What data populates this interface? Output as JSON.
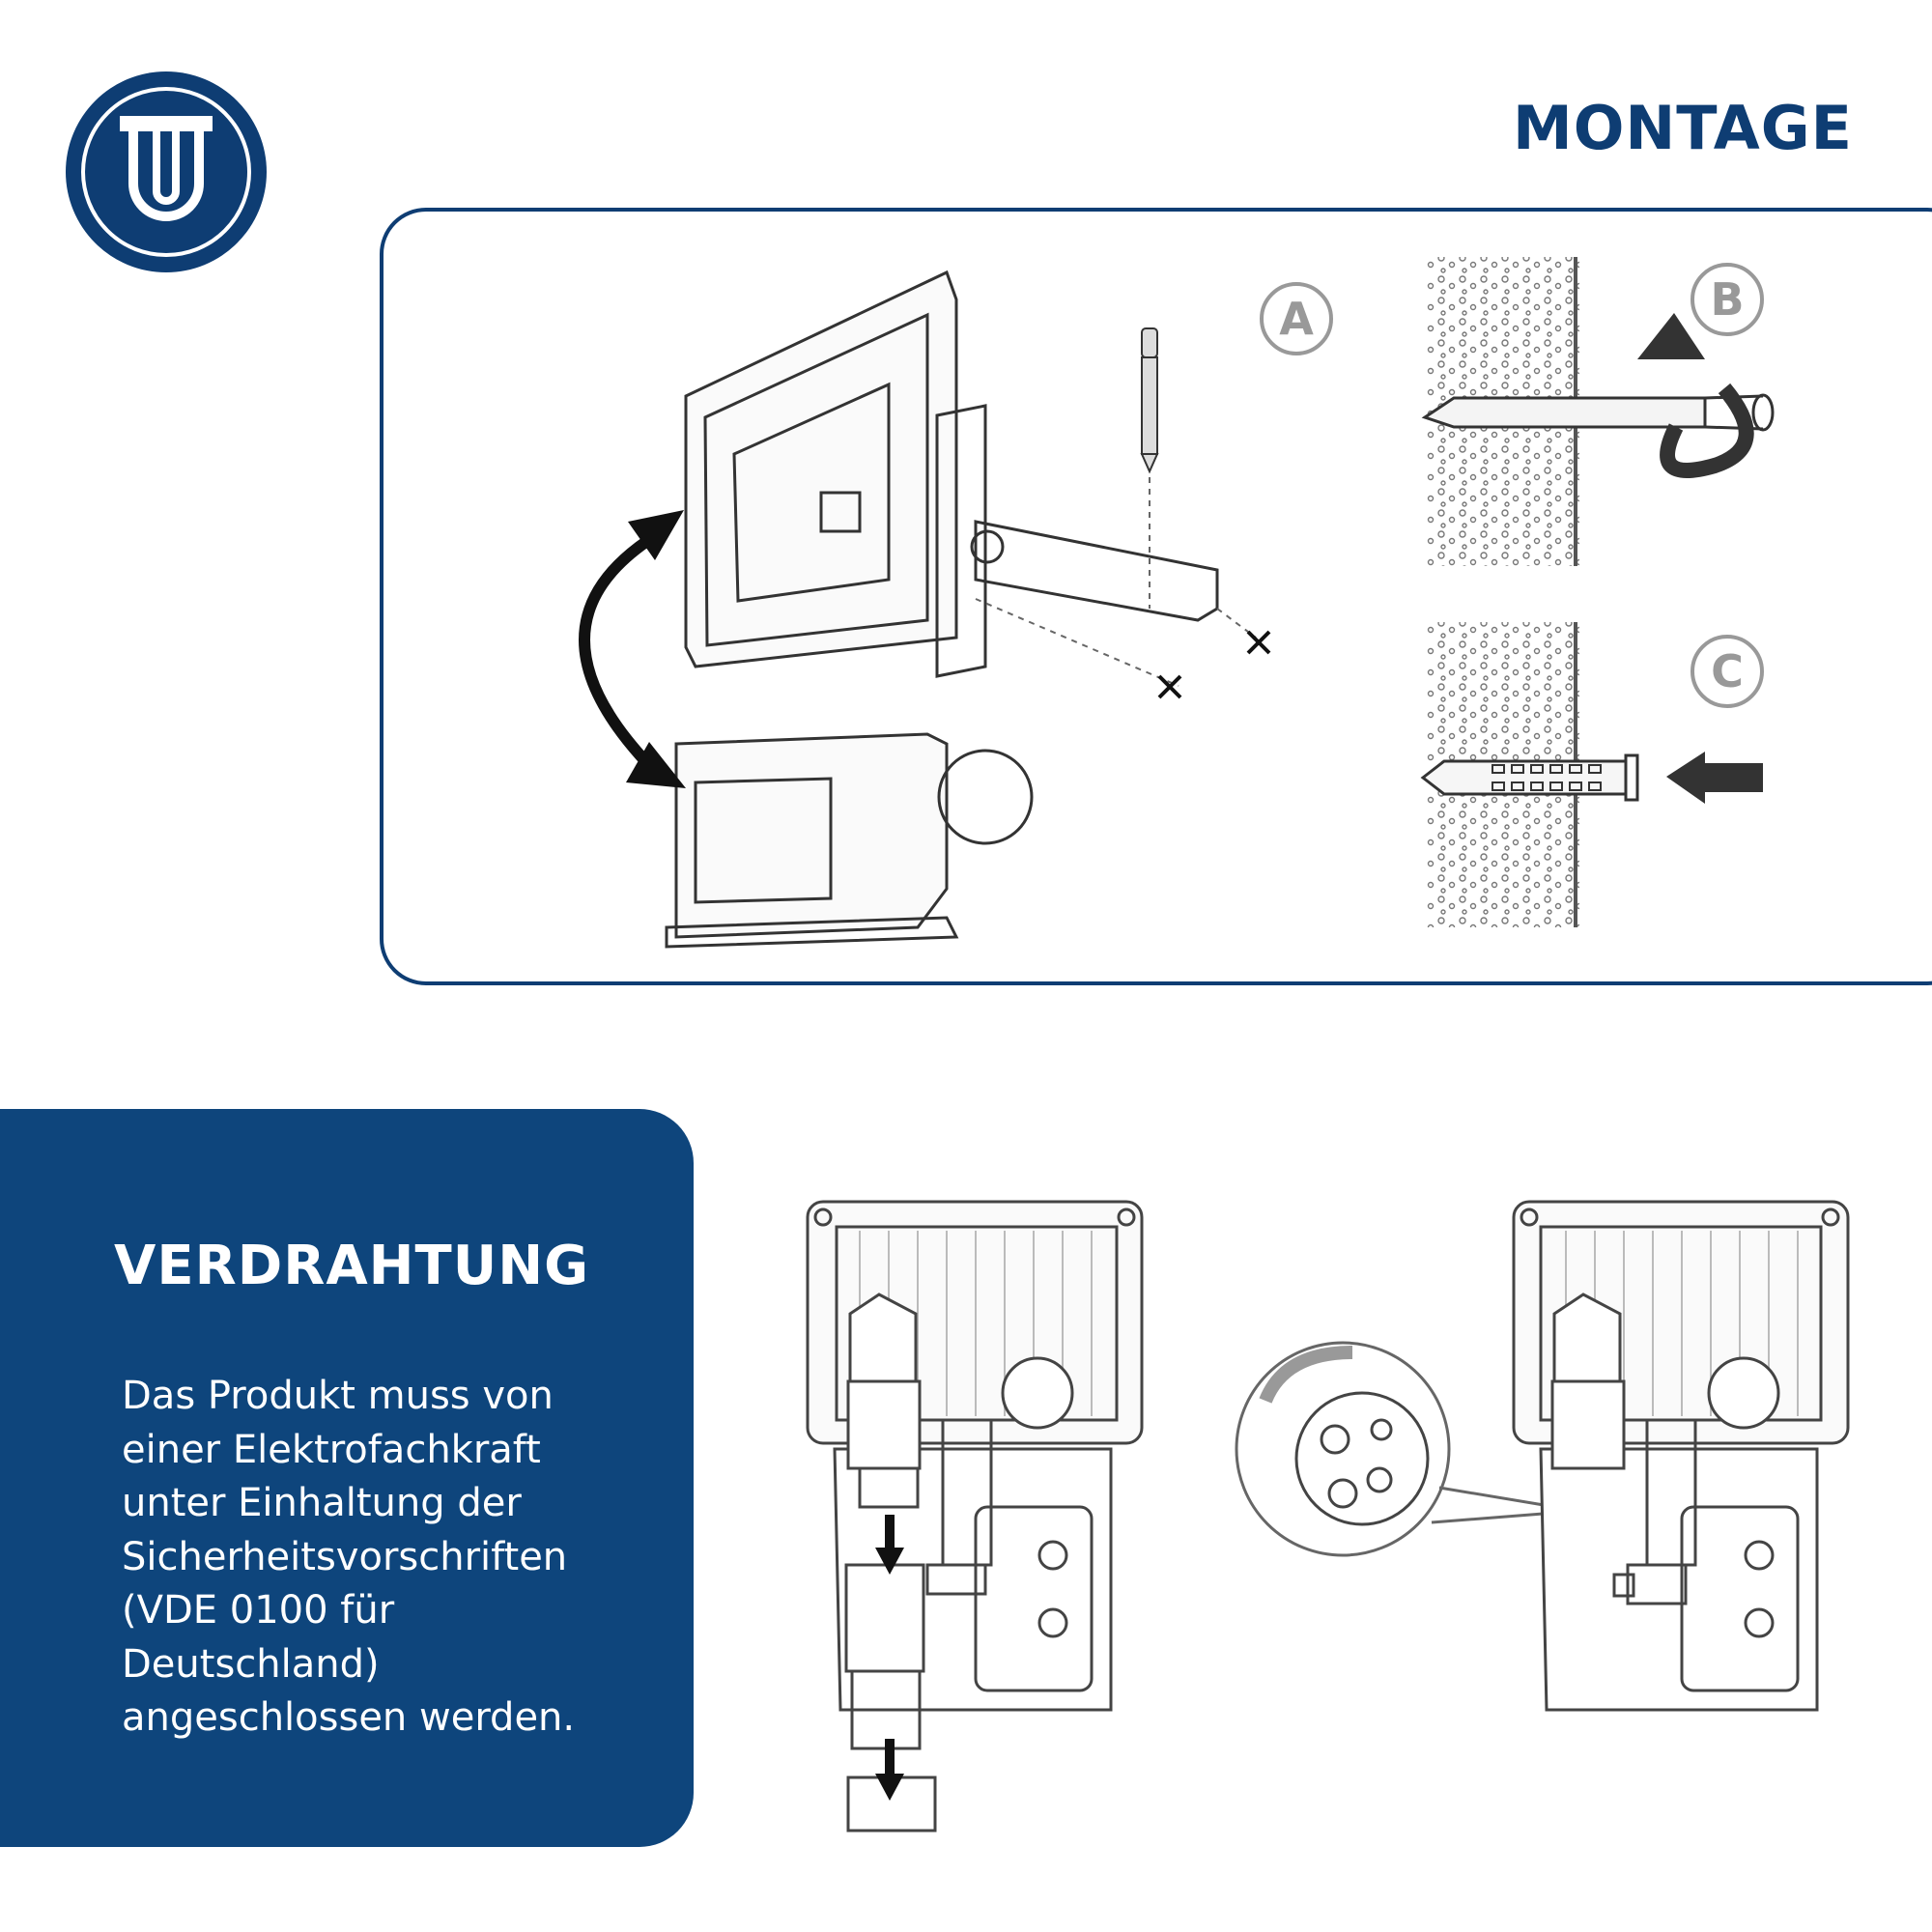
{
  "logo": {
    "letters": "TU",
    "brand_color": "#0e3d73"
  },
  "montage": {
    "title": "MONTAGE",
    "steps": [
      {
        "label": "A"
      },
      {
        "label": "B"
      },
      {
        "label": "C"
      }
    ]
  },
  "verdrahtung": {
    "title": "VERDRAHTUNG",
    "text_lines": [
      "Das Produkt muss von",
      "einer Elektrofachkraft",
      "unter Einhaltung der",
      "Sicherheitsvorschriften",
      "(VDE 0100 für",
      "Deutschland)",
      "angeschlossen werden."
    ]
  },
  "colors": {
    "primary": "#0e457c",
    "title_blue": "#0e3d73",
    "text_on_blue": "#ffffff"
  }
}
